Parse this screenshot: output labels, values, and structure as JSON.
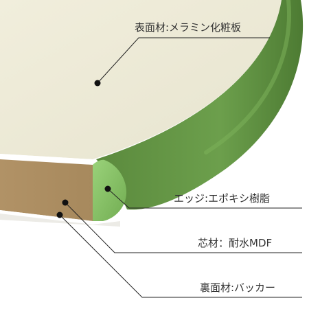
{
  "labels": {
    "surface": "表面材:メラミン化粧板",
    "edge": "エッジ:エポキシ樹脂",
    "core": "芯材：耐水MDF",
    "back": "裏面材:バッカー"
  },
  "colors": {
    "background": "#ffffff",
    "surface": "#f2efdd",
    "core": "#ad8e62",
    "edge_dark": "#4c7a34",
    "edge_mid": "#689c4a",
    "edge_cut": "#8cc56a",
    "leader": "#222222"
  }
}
